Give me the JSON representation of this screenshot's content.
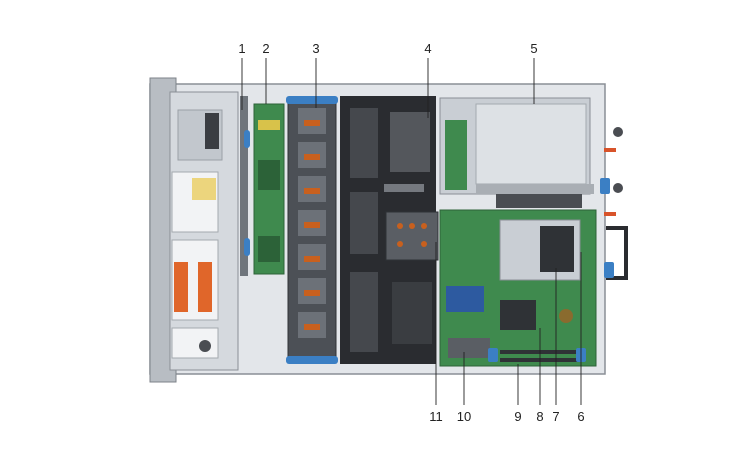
{
  "callouts": {
    "top": [
      "1",
      "2",
      "3",
      "4",
      "5"
    ],
    "bottom": [
      "11",
      "10",
      "9",
      "8",
      "7",
      "6"
    ]
  },
  "colors": {
    "chassis_outline": "#8a8f96",
    "chassis_metal": "#c9ced4",
    "front_panel": "#b8bdc3",
    "airflow_shroud": "#2a2c30",
    "motherboard_green": "#3f8a4e",
    "accent_blue": "#3b7fc4",
    "fan_orange": "#c8601e",
    "handle_orange": "#d8532a"
  },
  "icons": [
    "chassis-top-view",
    "drive-backplane",
    "cooling-fan",
    "processor-heatsink",
    "riser-card",
    "expansion-card-riser",
    "dimm-module",
    "power-supply-handle"
  ]
}
